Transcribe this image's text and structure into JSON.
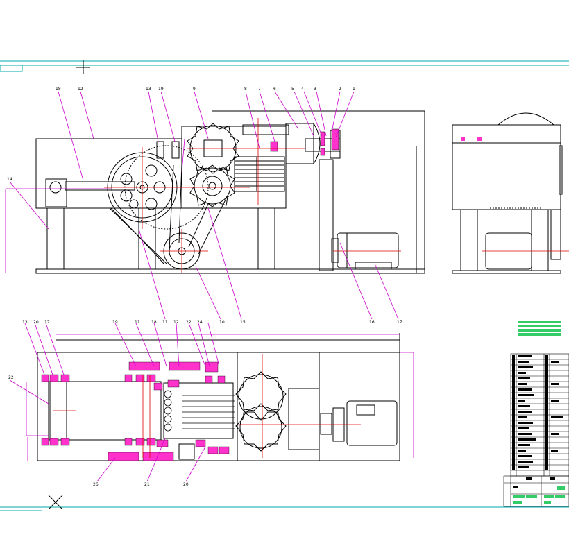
{
  "callouts_top": [
    "18",
    "12",
    "13",
    "19",
    "9",
    "8",
    "7",
    "6",
    "5",
    "4",
    "3",
    "2",
    "1"
  ],
  "callouts_left": [
    "14"
  ],
  "callouts_bottom_front": [
    "11",
    "10",
    "15",
    "16",
    "17"
  ],
  "callouts_plan_top": [
    "13",
    "20",
    "17",
    "19",
    "11",
    "18",
    "12",
    "22",
    "24"
  ],
  "callouts_plan_left": [
    "22"
  ],
  "callouts_plan_bottom": [
    "26",
    "21",
    "20"
  ],
  "colors": {
    "outline": "#000000",
    "leader": "#cc00cc",
    "part_fill": "#ff33cc",
    "centerline": "#dd0000",
    "border": "#00aaaa",
    "title_block_band": "#33cc66"
  },
  "icons": [
    "crosshair-icon",
    "cross-mark-icon"
  ]
}
